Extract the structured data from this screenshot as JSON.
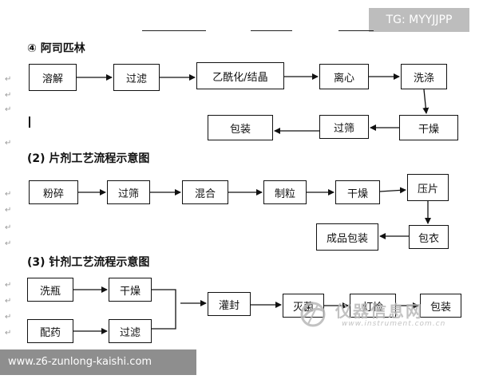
{
  "tag": "TG: MYYJJPP",
  "website": "www.z6-zunlong-kaishi.com",
  "watermark": {
    "main": "仪器信息网",
    "sub": "www.instrument.com.cn"
  },
  "sections": {
    "aspirin": {
      "heading": "④ 阿司匹林",
      "steps": [
        "溶解",
        "过滤",
        "乙酰化/结晶",
        "离心",
        "洗涤",
        "干燥",
        "过筛",
        "包装"
      ]
    },
    "tablet": {
      "heading": "(2) 片剂工艺流程示意图",
      "steps": [
        "粉碎",
        "过筛",
        "混合",
        "制粒",
        "干燥",
        "压片",
        "包衣",
        "成品包装"
      ]
    },
    "injection": {
      "heading": "(3) 针剂工艺流程示意图",
      "steps": [
        "洗瓶",
        "干燥",
        "配药",
        "过滤",
        "灌封",
        "灭菌",
        "灯检",
        "包装"
      ]
    }
  },
  "colors": {
    "line": "#111111",
    "tag_bg": "#bdbdbd",
    "site_bg": "#8e8e8e",
    "watermark": "#b8b8b8"
  }
}
